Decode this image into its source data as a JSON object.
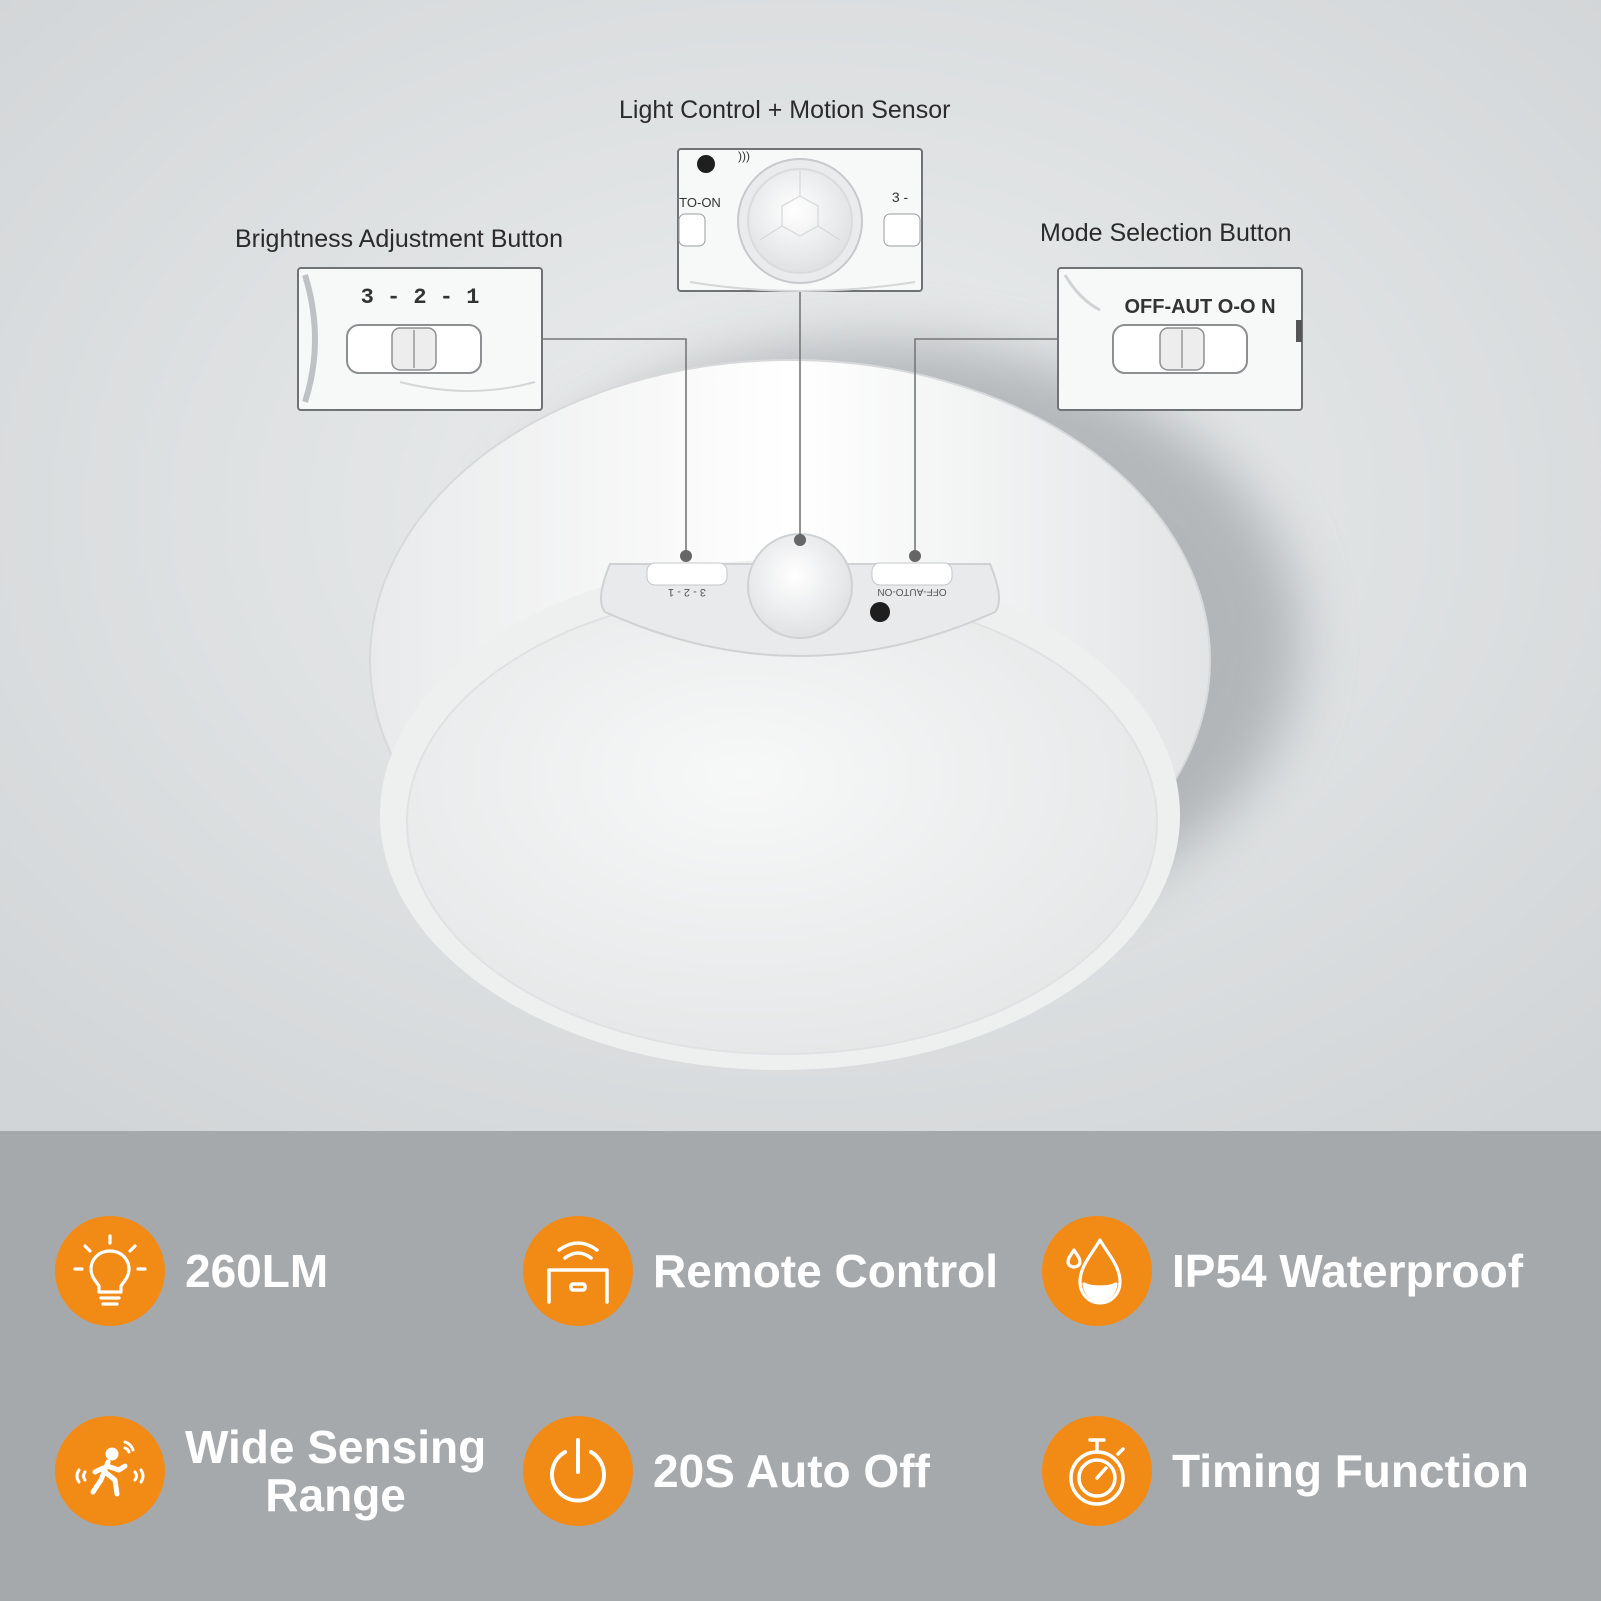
{
  "callouts": {
    "light_motion": "Light Control + Motion Sensor",
    "brightness": "Brightness Adjustment Button",
    "mode": "Mode Selection Button"
  },
  "switch_labels": {
    "brightness": "3 - 2 - 1",
    "mode": "OFF-AUT O-O N",
    "sensor_left": "TO-ON",
    "sensor_right": "3 -",
    "device_left": "3 - 2 - 1",
    "device_right": "OFF-AUTO-ON"
  },
  "features": [
    {
      "label": "260LM",
      "icon": "light-bulb-icon"
    },
    {
      "label": "Remote Control",
      "icon": "remote-control-icon"
    },
    {
      "label": "IP54 Waterproof",
      "icon": "water-drop-icon"
    },
    {
      "label_line1": "Wide Sensing",
      "label_line2": "Range",
      "icon": "motion-sensing-icon"
    },
    {
      "label": "20S Auto Off",
      "icon": "power-icon"
    },
    {
      "label": "Timing Function",
      "icon": "stopwatch-icon"
    }
  ],
  "colors": {
    "accent": "#f28a16",
    "panel": "#a6a9ab",
    "background": "#d9dbdc",
    "feature_text": "#ffffff"
  }
}
